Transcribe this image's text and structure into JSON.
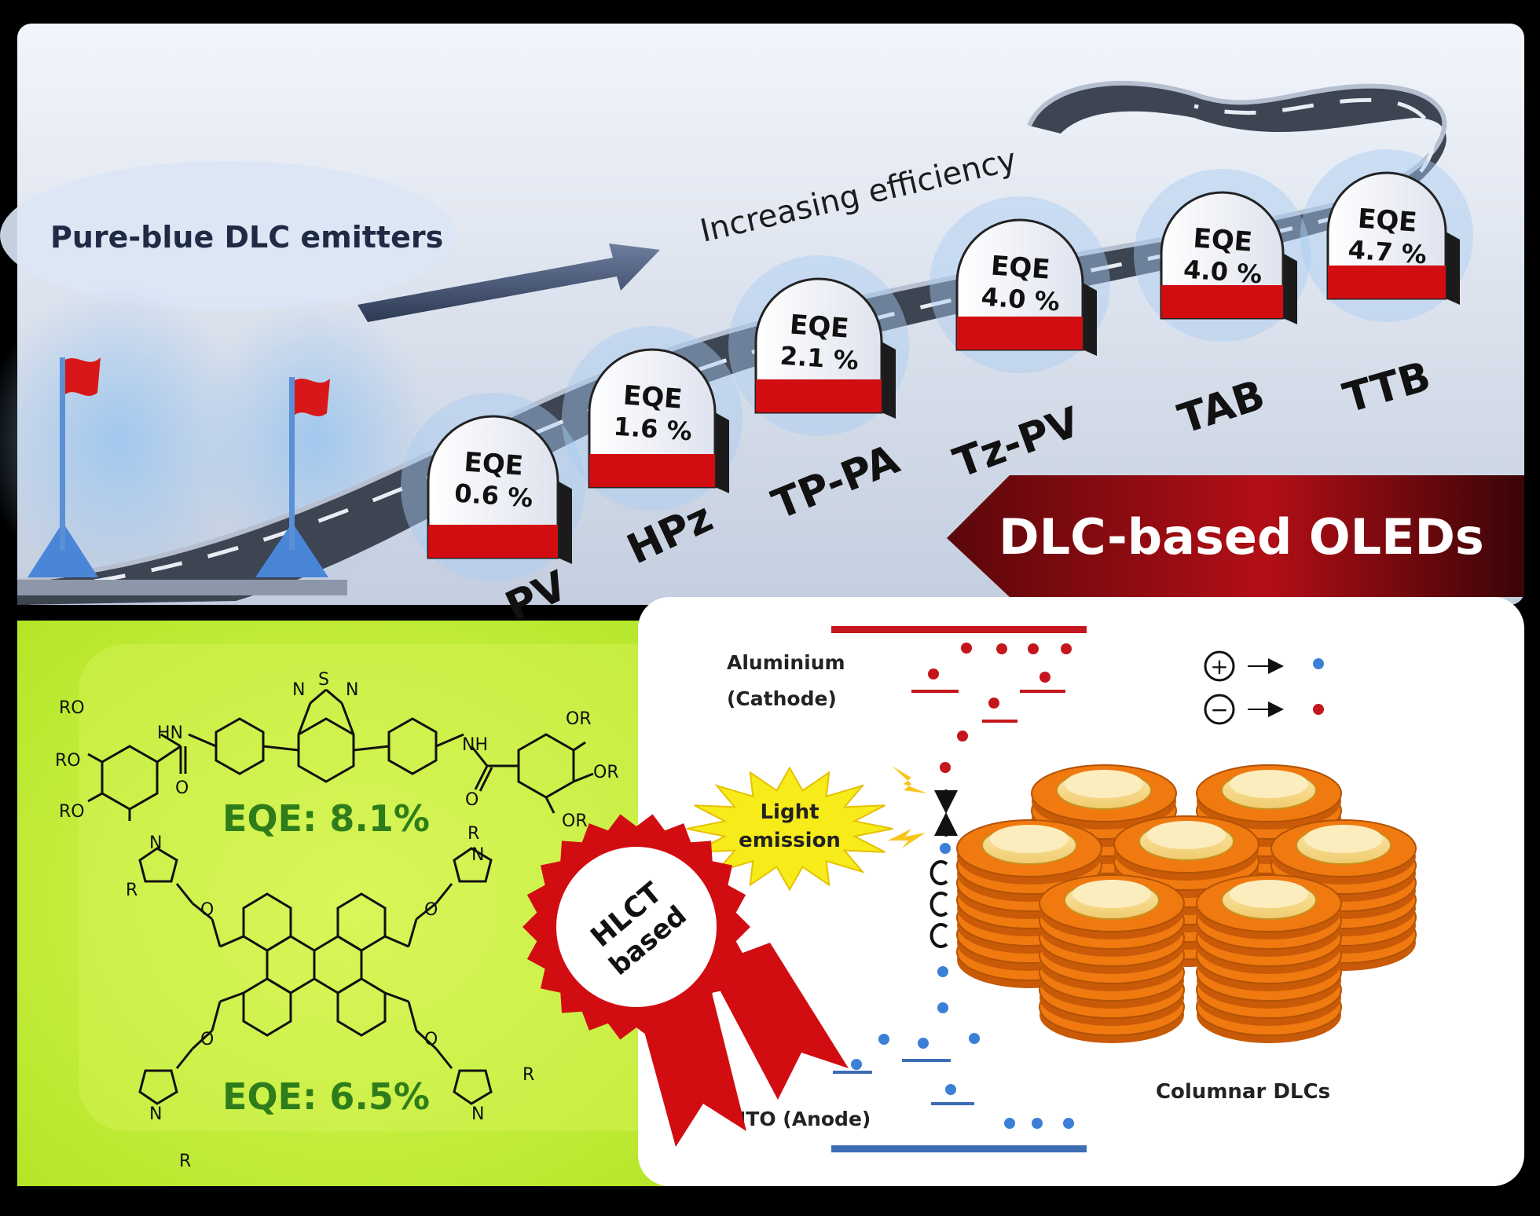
{
  "top_panel": {
    "emitters_label": "Pure-blue DLC emitters",
    "trend_label": "Increasing efficiency",
    "oleds_banner": "DLC-based OLEDs",
    "milestones": [
      {
        "eqe_label": "EQE",
        "eqe_value": "0.6 %",
        "compound": "PV"
      },
      {
        "eqe_label": "EQE",
        "eqe_value": "1.6 %",
        "compound": "HPz"
      },
      {
        "eqe_label": "EQE",
        "eqe_value": "2.1 %",
        "compound": "TP-PA"
      },
      {
        "eqe_label": "EQE",
        "eqe_value": "4.0 %",
        "compound": "Tz-PV"
      },
      {
        "eqe_label": "EQE",
        "eqe_value": "4.0 %",
        "compound": "TAB"
      },
      {
        "eqe_label": "EQE",
        "eqe_value": "4.7 %",
        "compound": "TTB"
      }
    ]
  },
  "left_panel": {
    "structure1": {
      "eqe": "EQE: 8.1%",
      "labels": {
        "ro_a": "RO",
        "ro_b": "RO",
        "ro_c": "RO",
        "or_a": "OR",
        "or_b": "OR",
        "or_c": "OR",
        "hn": "HN",
        "nh": "NH",
        "o_a": "O",
        "o_b": "O",
        "s": "S",
        "n_a": "N",
        "n_b": "N"
      }
    },
    "structure2": {
      "eqe": "EQE: 6.5%",
      "labels": {
        "r": "R",
        "n": "N",
        "o": "O"
      }
    }
  },
  "badge": {
    "line1": "HLCT",
    "line2": "based"
  },
  "right_panel": {
    "cathode_line1": "Aluminium",
    "cathode_line2": "(Cathode)",
    "anode": "ITO (Anode)",
    "light_line1": "Light",
    "light_line2": "emission",
    "columnar": "Columnar DLCs",
    "legend": {
      "hole_symbol": "+",
      "electron_symbol": "−"
    },
    "colors": {
      "electron": "#c4161c",
      "hole": "#3b7fd6",
      "cathode_bar": "#c4161c",
      "anode_bar": "#3d6db5"
    }
  },
  "colors": {
    "banner": "#b30f16",
    "road": "#3d4452",
    "green_panel": "#c6f040",
    "eqe_green": "#2e7d1a",
    "milestone_red": "#d10d12",
    "disc_orange": "#f07a10"
  }
}
